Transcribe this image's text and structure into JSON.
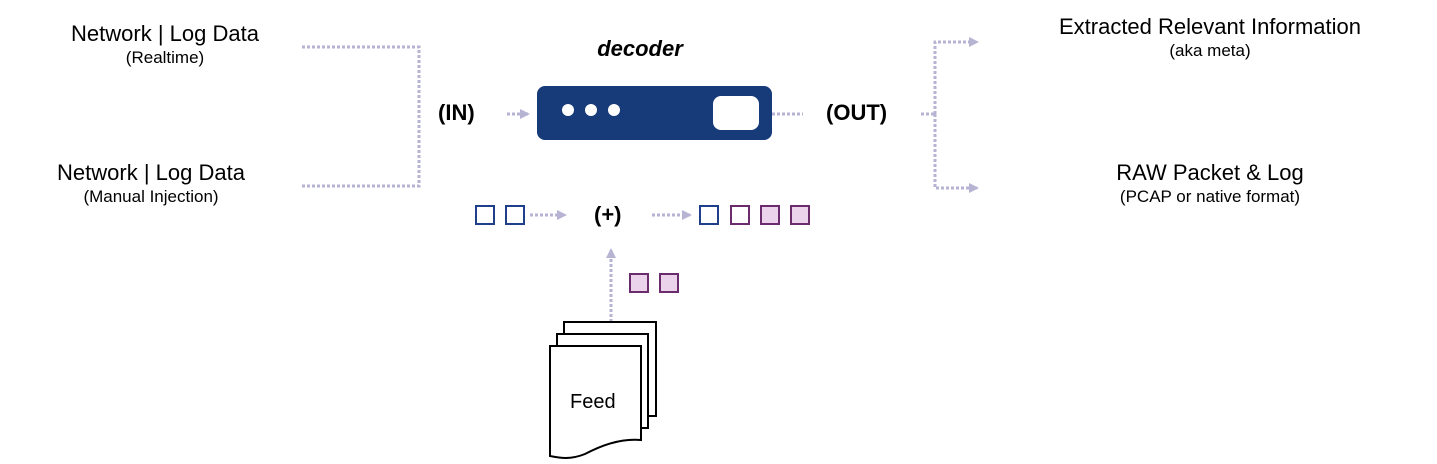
{
  "inputs": [
    {
      "title": "Network | Log Data",
      "subtitle": "(Realtime)"
    },
    {
      "title": "Network | Log Data",
      "subtitle": "(Manual Injection)"
    }
  ],
  "decoder": {
    "title": "decoder",
    "in_label": "(IN)",
    "out_label": "(OUT)"
  },
  "outputs": [
    {
      "title": "Extracted Relevant Information",
      "subtitle": "(aka meta)"
    },
    {
      "title": "RAW Packet & Log",
      "subtitle": "(PCAP or native format)"
    }
  ],
  "merge": {
    "label": "(+)"
  },
  "feed": {
    "label": "Feed"
  },
  "colors": {
    "decoder_fill": "#173a78",
    "connector": "#b6b3d3",
    "packet_blue": "#1f3f8c",
    "packet_purple": "#6b2c6e",
    "packet_purple_fill": "#ecd3ec"
  }
}
